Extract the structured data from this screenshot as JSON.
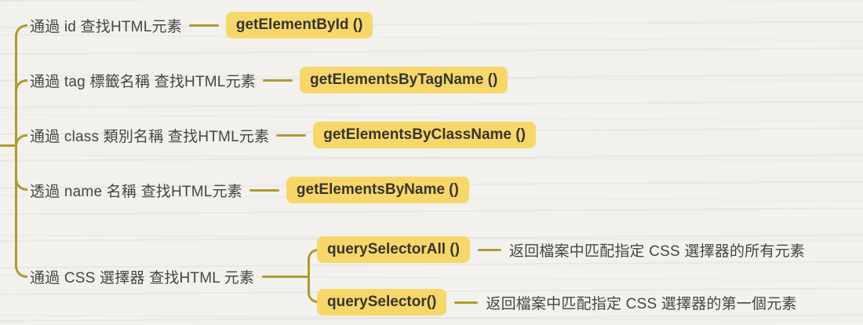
{
  "theme": {
    "background": "#f2f1ee",
    "line_color": "#ae9b30",
    "highlight_color": "#f8d76a",
    "label_color": "#474640",
    "code_color": "#35352f"
  },
  "mindmap": {
    "branches": [
      {
        "label": "通過 id 查找HTML元素",
        "method": "getElementById ()"
      },
      {
        "label": "通過 tag 標籤名稱 查找HTML元素",
        "method": "getElementsByTagName ()"
      },
      {
        "label": "通過 class 類別名稱 查找HTML元素",
        "method": "getElementsByClassName ()"
      },
      {
        "label": "透過 name 名稱 查找HTML元素",
        "method": "getElementsByName ()"
      },
      {
        "label": "通過 CSS 選擇器 查找HTML 元素",
        "children": [
          {
            "method": "querySelectorAll ()",
            "note": "返回檔案中匹配指定 CSS 選擇器的所有元素"
          },
          {
            "method": "querySelector()",
            "note": "返回檔案中匹配指定 CSS 選擇器的第一個元素"
          }
        ]
      }
    ]
  }
}
